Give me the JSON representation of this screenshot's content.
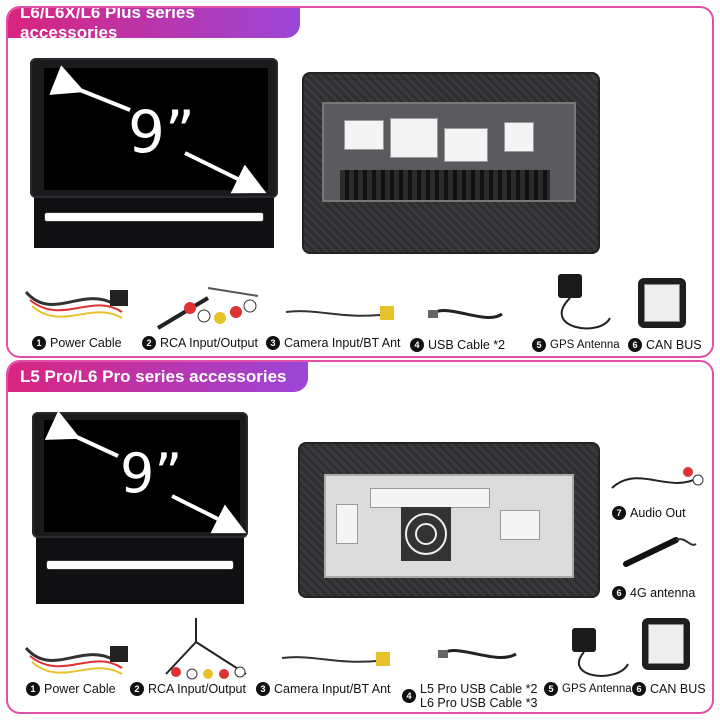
{
  "top_panel": {
    "header": "L6/L6X/L6 Plus series accessories",
    "screen_size": "9”",
    "accessories": [
      {
        "num": "1",
        "label": "Power Cable"
      },
      {
        "num": "2",
        "label": "RCA Input/Output"
      },
      {
        "num": "3",
        "label": "Camera Input/BT Ant"
      },
      {
        "num": "4",
        "label": "USB Cable *2"
      },
      {
        "num": "5",
        "label": "GPS Antenna"
      },
      {
        "num": "6",
        "label": "CAN BUS"
      }
    ]
  },
  "bottom_panel": {
    "header": "L5 Pro/L6 Pro series accessories",
    "screen_size": "9”",
    "accessories": [
      {
        "num": "1",
        "label": "Power Cable"
      },
      {
        "num": "2",
        "label": "RCA Input/Output"
      },
      {
        "num": "3",
        "label": "Camera Input/BT Ant"
      },
      {
        "num": "4",
        "label": "L5 Pro USB Cable *2",
        "label2": "L6 Pro USB Cable *3"
      },
      {
        "num": "5",
        "label": "GPS Antenna"
      },
      {
        "num": "6",
        "label": "CAN BUS"
      }
    ],
    "side_accessories": [
      {
        "num": "7",
        "label": "Audio Out"
      },
      {
        "num": "6",
        "label": "4G antenna"
      }
    ]
  },
  "colors": {
    "header_start": "#d9257f",
    "header_end": "#9b46d8",
    "border": "#e04fa8"
  }
}
